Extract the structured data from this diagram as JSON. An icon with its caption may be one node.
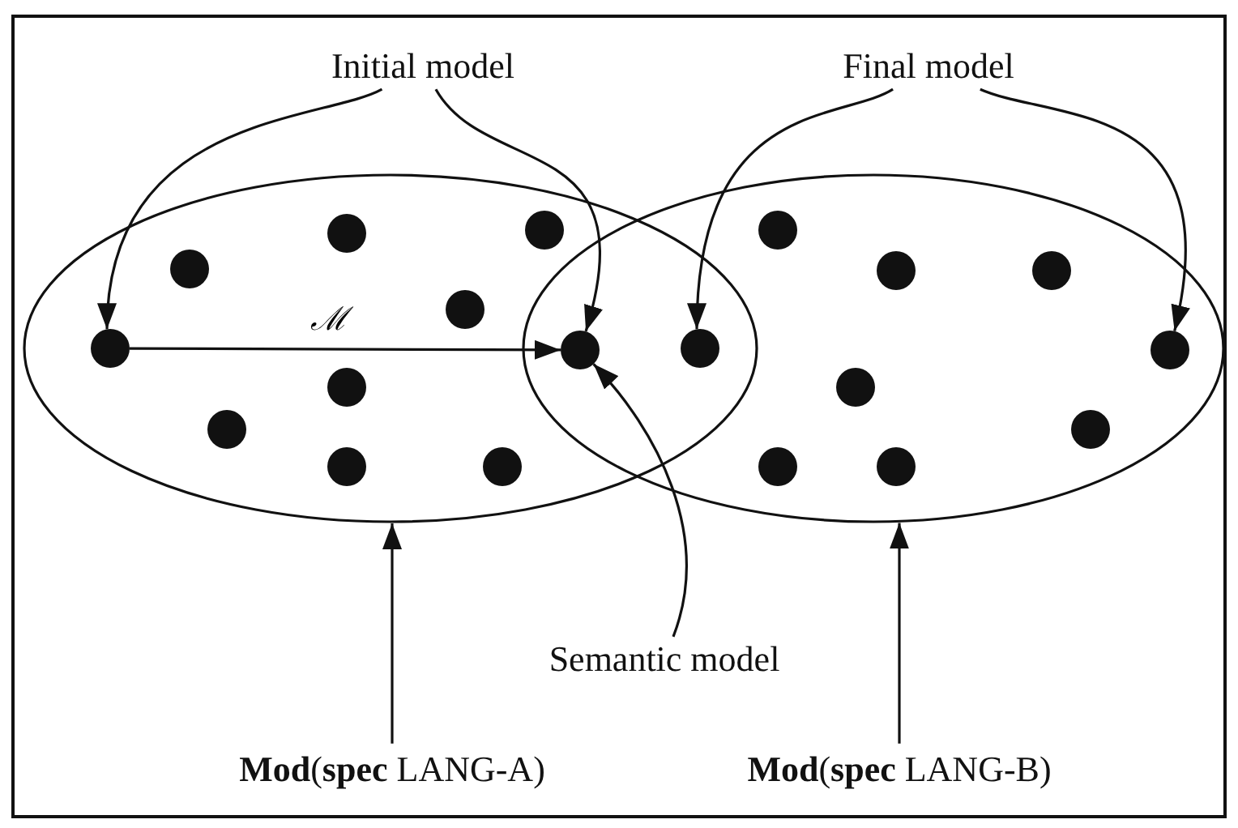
{
  "diagram": {
    "nodes": [
      {
        "text": [
          "Initial model"
        ]
      },
      {
        "text": [
          "Final model"
        ]
      },
      {
        "text": [],
        "shape": "ellipse"
      },
      {
        "text": [],
        "shape": "ellipse"
      },
      {
        "text": [],
        "shape": "circle",
        "in": 2
      },
      {
        "text": [],
        "shape": "circle",
        "in": 2
      },
      {
        "text": [],
        "shape": "circle",
        "in": 2
      },
      {
        "text": [],
        "shape": "circle",
        "in": 2
      },
      {
        "text": [],
        "shape": "circle",
        "in": 2
      },
      {
        "text": [],
        "shape": "circle",
        "in": 2
      },
      {
        "text": [],
        "shape": "circle",
        "in": 2
      },
      {
        "text": [],
        "shape": "circle",
        "in": 2
      },
      {
        "text": [],
        "shape": "circle",
        "in": 2
      },
      {
        "text": [],
        "shape": "circle"
      },
      {
        "text": [],
        "shape": "circle"
      },
      {
        "text": [],
        "shape": "circle",
        "in": 3
      },
      {
        "text": [],
        "shape": "circle",
        "in": 3
      },
      {
        "text": [],
        "shape": "circle",
        "in": 3
      },
      {
        "text": [],
        "shape": "circle",
        "in": 3
      },
      {
        "text": [],
        "shape": "circle",
        "in": 3
      },
      {
        "text": [],
        "shape": "circle",
        "in": 3
      },
      {
        "text": [],
        "shape": "circle",
        "in": 3
      },
      {
        "text": [],
        "shape": "circle",
        "in": 3
      },
      {
        "text": [
          "Semantic model"
        ]
      },
      {
        "text": [
          "**Mod**(**spec** LANG-A)"
        ]
      },
      {
        "text": [
          "**Mod**(**spec** LANG-B)"
        ]
      }
    ],
    "edges": [
      {
        "from": 0,
        "to": 4,
        "arrow": "to"
      },
      {
        "from": 0,
        "to": 13,
        "arrow": "to"
      },
      {
        "from": 1,
        "to": 14,
        "arrow": "to"
      },
      {
        "from": 1,
        "to": 22,
        "arrow": "to"
      },
      {
        "from": 4,
        "to": 13,
        "arrow": "to",
        "label": "ℳ"
      },
      {
        "from": 23,
        "to": 13,
        "arrow": "to"
      },
      {
        "from": 24,
        "to": 2,
        "arrow": "to"
      },
      {
        "from": 25,
        "to": 3,
        "arrow": "to"
      }
    ]
  }
}
